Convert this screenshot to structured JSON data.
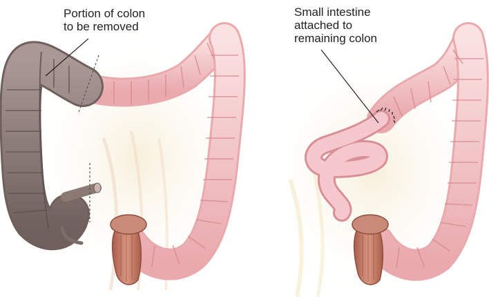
{
  "labels": {
    "removed": [
      "Portion of colon",
      "to be removed"
    ],
    "attached": [
      "Small intestine",
      "attached to",
      "remaining colon"
    ]
  },
  "colors": {
    "colon_healthy": "#f3c7c7",
    "colon_removed": "#8e7d78",
    "rectum": "#c27a65",
    "small_intestine": "#f1b9be",
    "background_wash": "#f7f0dc"
  },
  "icons": {
    "left_panel": "colon-before-surgery-illustration",
    "right_panel": "colon-after-surgery-illustration"
  }
}
